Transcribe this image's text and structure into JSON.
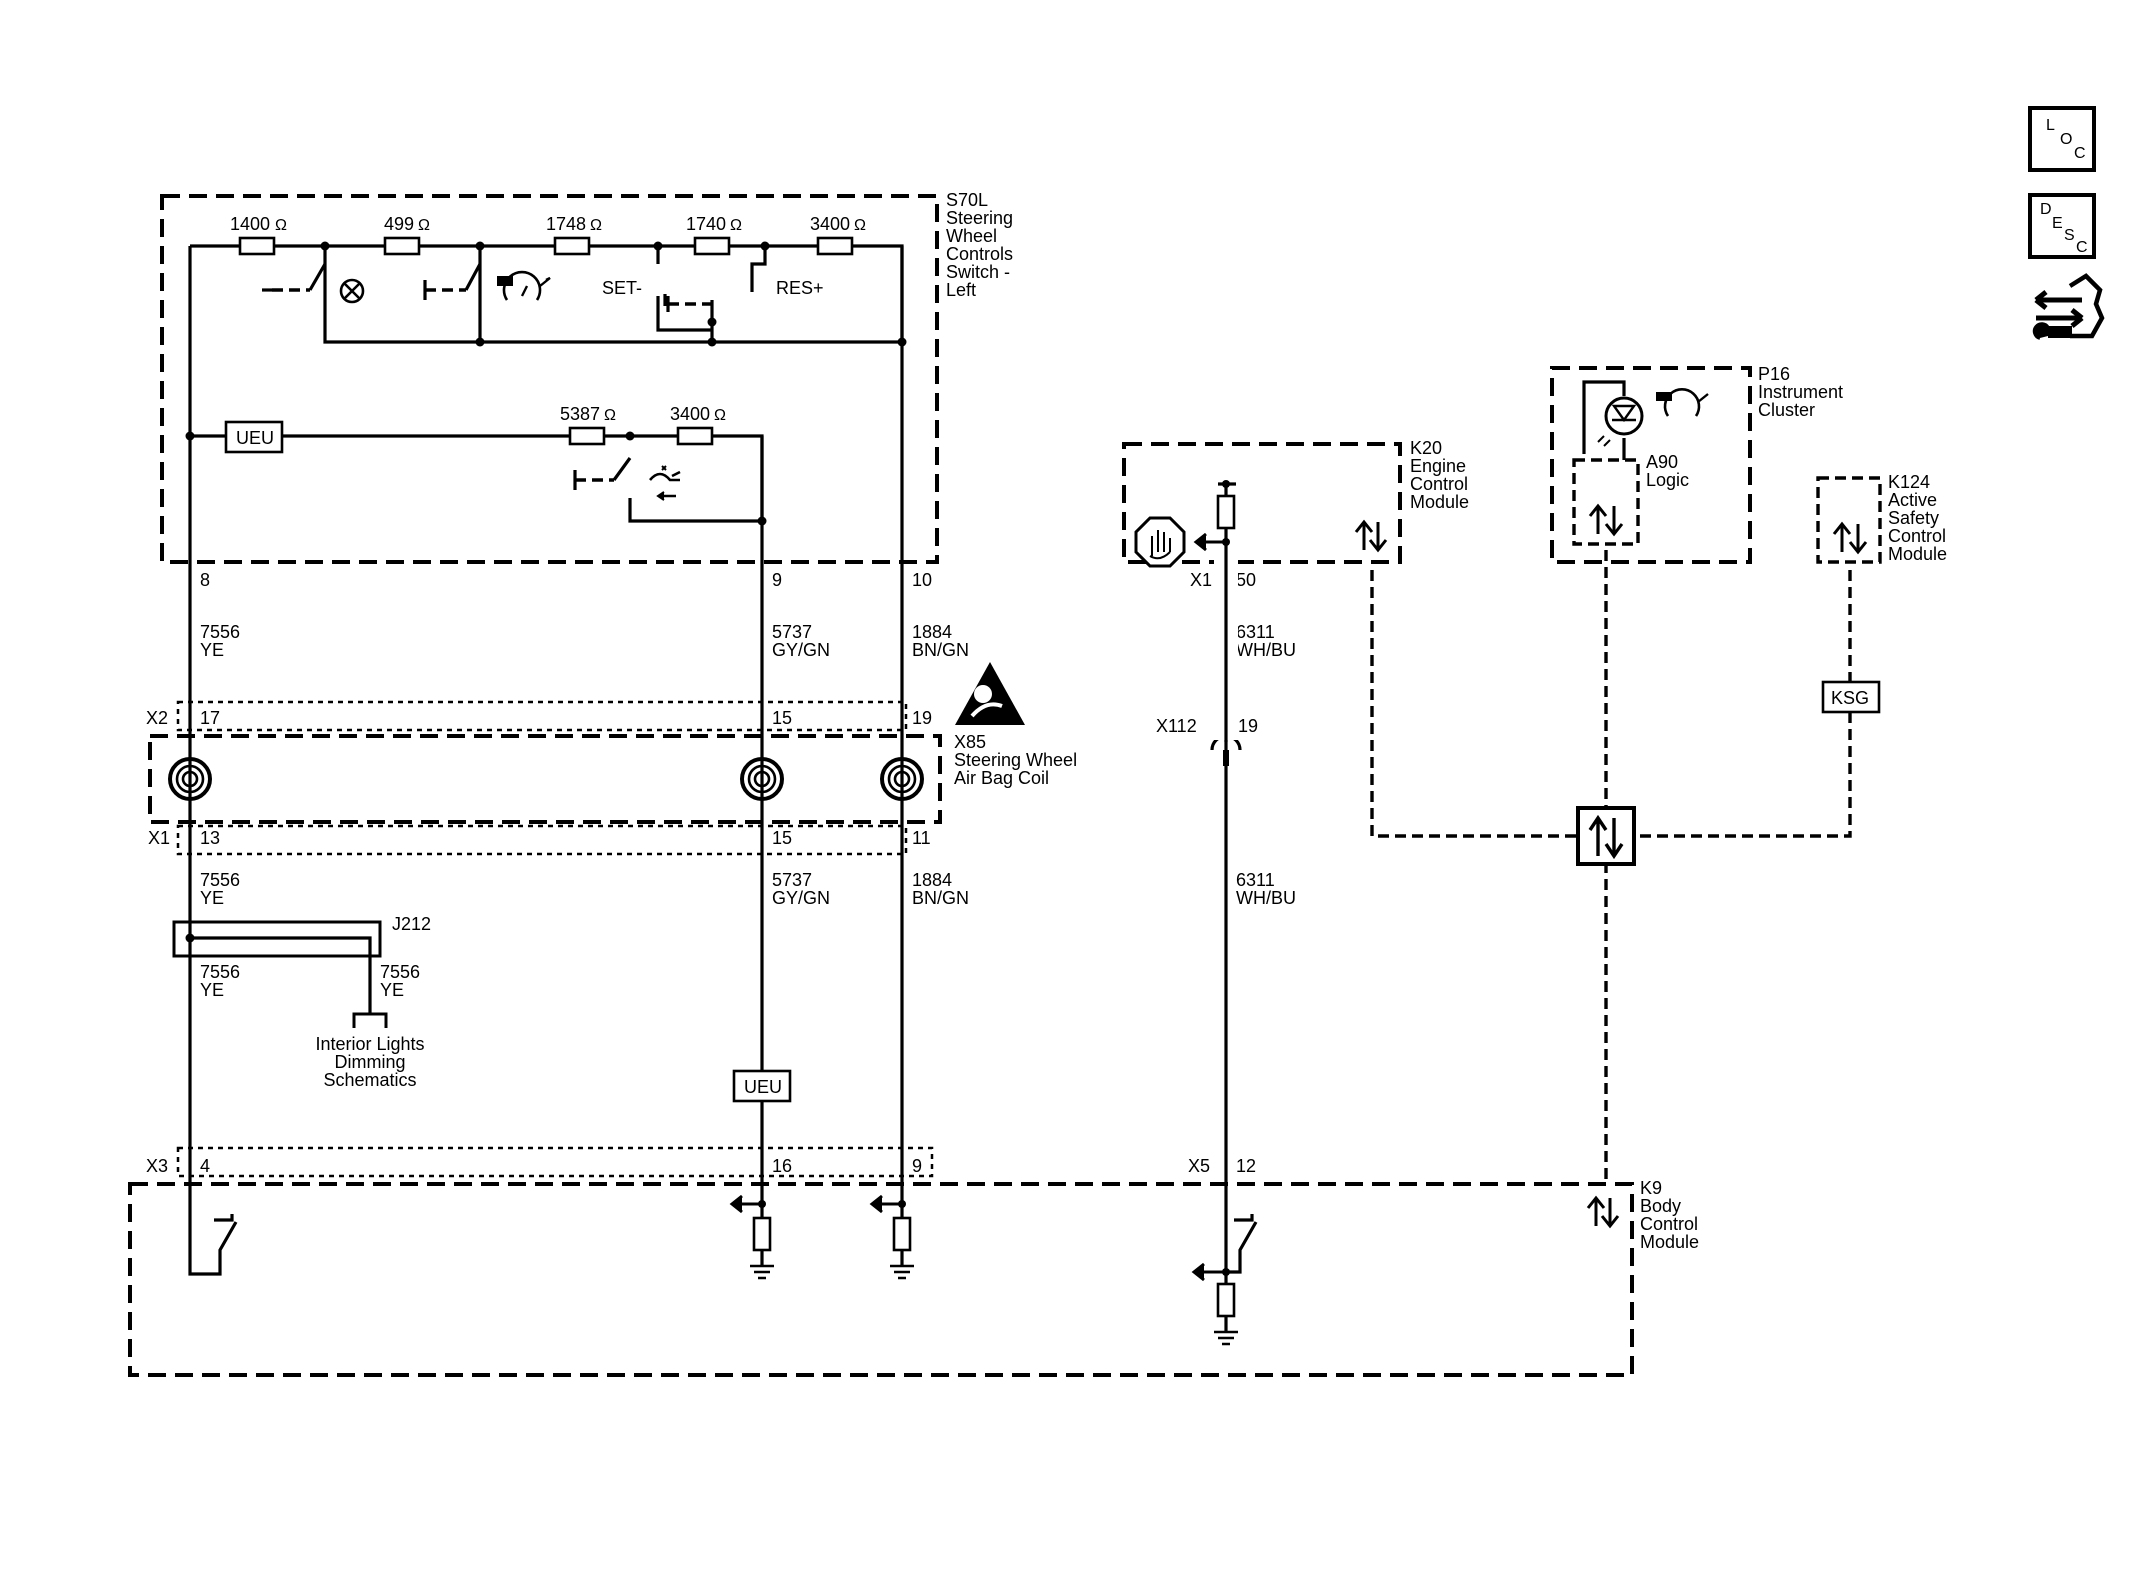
{
  "nav": {
    "loc_letters": [
      "L",
      "O",
      "C"
    ],
    "desc_letters": [
      "D",
      "E",
      "S",
      "C"
    ]
  },
  "components": {
    "s70l": [
      "S70L",
      "Steering",
      "Wheel",
      "Controls",
      "Switch -",
      "Left"
    ],
    "x85": [
      "X85",
      "Steering Wheel",
      "Air Bag Coil"
    ],
    "k20": [
      "K20",
      "Engine",
      "Control",
      "Module"
    ],
    "p16": [
      "P16",
      "Instrument",
      "Cluster"
    ],
    "a90": [
      "A90",
      "Logic"
    ],
    "k124": [
      "K124",
      "Active",
      "Safety",
      "Control",
      "Module"
    ],
    "k9": [
      "K9",
      "Body",
      "Control",
      "Module"
    ],
    "j212": "J212",
    "interior_lights": [
      "Interior Lights",
      "Dimming",
      "Schematics"
    ]
  },
  "resistors": {
    "r1400": "1400",
    "r499": "499",
    "r1748": "1748",
    "r1740": "1740",
    "r3400a": "3400",
    "r5387": "5387",
    "r3400b": "3400",
    "unit": "Ω"
  },
  "switch_labels": {
    "set": "SET-",
    "res": "RES+"
  },
  "badges": {
    "ueu_top": "UEU",
    "ueu_bottom": "UEU",
    "ksg": "KSG"
  },
  "connectors": {
    "x2": "X2",
    "x1_coil": "X1",
    "x3": "X3",
    "x1_k20": "X1",
    "x112": "X112",
    "x5": "X5"
  },
  "pins": {
    "s70l_8": "8",
    "s70l_9": "9",
    "s70l_10": "10",
    "x2_17": "17",
    "x2_15": "15",
    "x2_19": "19",
    "x1_13": "13",
    "x1_15": "15",
    "x1_11": "11",
    "x3_4": "4",
    "x3_16": "16",
    "x3_9": "9",
    "k20_50": "50",
    "x112_19": "19",
    "x5_12": "12"
  },
  "wires": {
    "a_top": [
      "7556",
      "YE"
    ],
    "b_top": [
      "5737",
      "GY/GN"
    ],
    "c_top": [
      "1884",
      "BN/GN"
    ],
    "a_mid": [
      "7556",
      "YE"
    ],
    "b_mid": [
      "5737",
      "GY/GN"
    ],
    "c_mid": [
      "1884",
      "BN/GN"
    ],
    "a_low": [
      "7556",
      "YE"
    ],
    "a_branch": [
      "7556",
      "YE"
    ],
    "d_top": [
      "6311",
      "WH/BU"
    ],
    "d_mid": [
      "6311",
      "WH/BU"
    ]
  }
}
